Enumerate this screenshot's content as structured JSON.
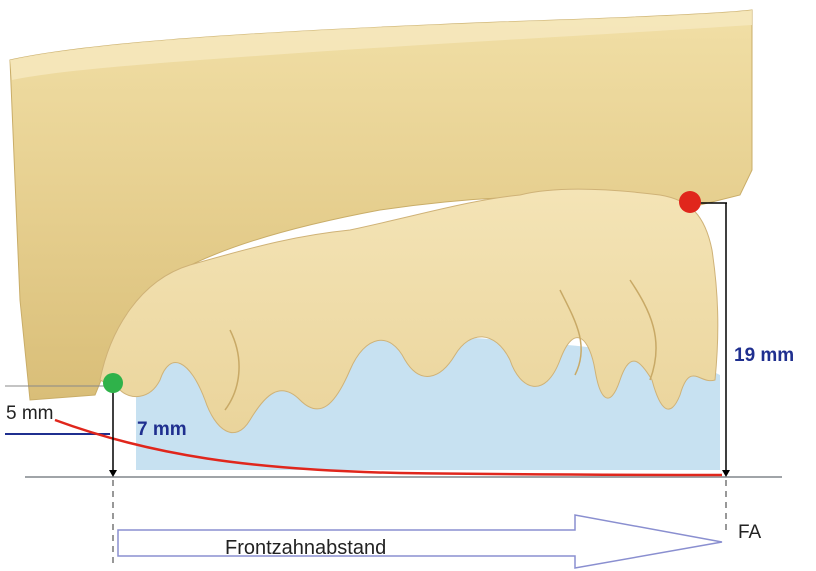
{
  "labels": {
    "front_height": "5 mm",
    "front_depth": "7 mm",
    "rear_height": "19 mm",
    "arrow_text": "Frontzahnabstand",
    "end_marker": "FA"
  },
  "colors": {
    "front_marker": "#2fb24a",
    "rear_marker": "#e0261c",
    "curve": "#e0261c",
    "measure_text": "#1f2f8f",
    "light_blue_area": "#c7e1f1",
    "arrow_outline": "#8a8fd0",
    "model_base": "#e6cf8f"
  }
}
